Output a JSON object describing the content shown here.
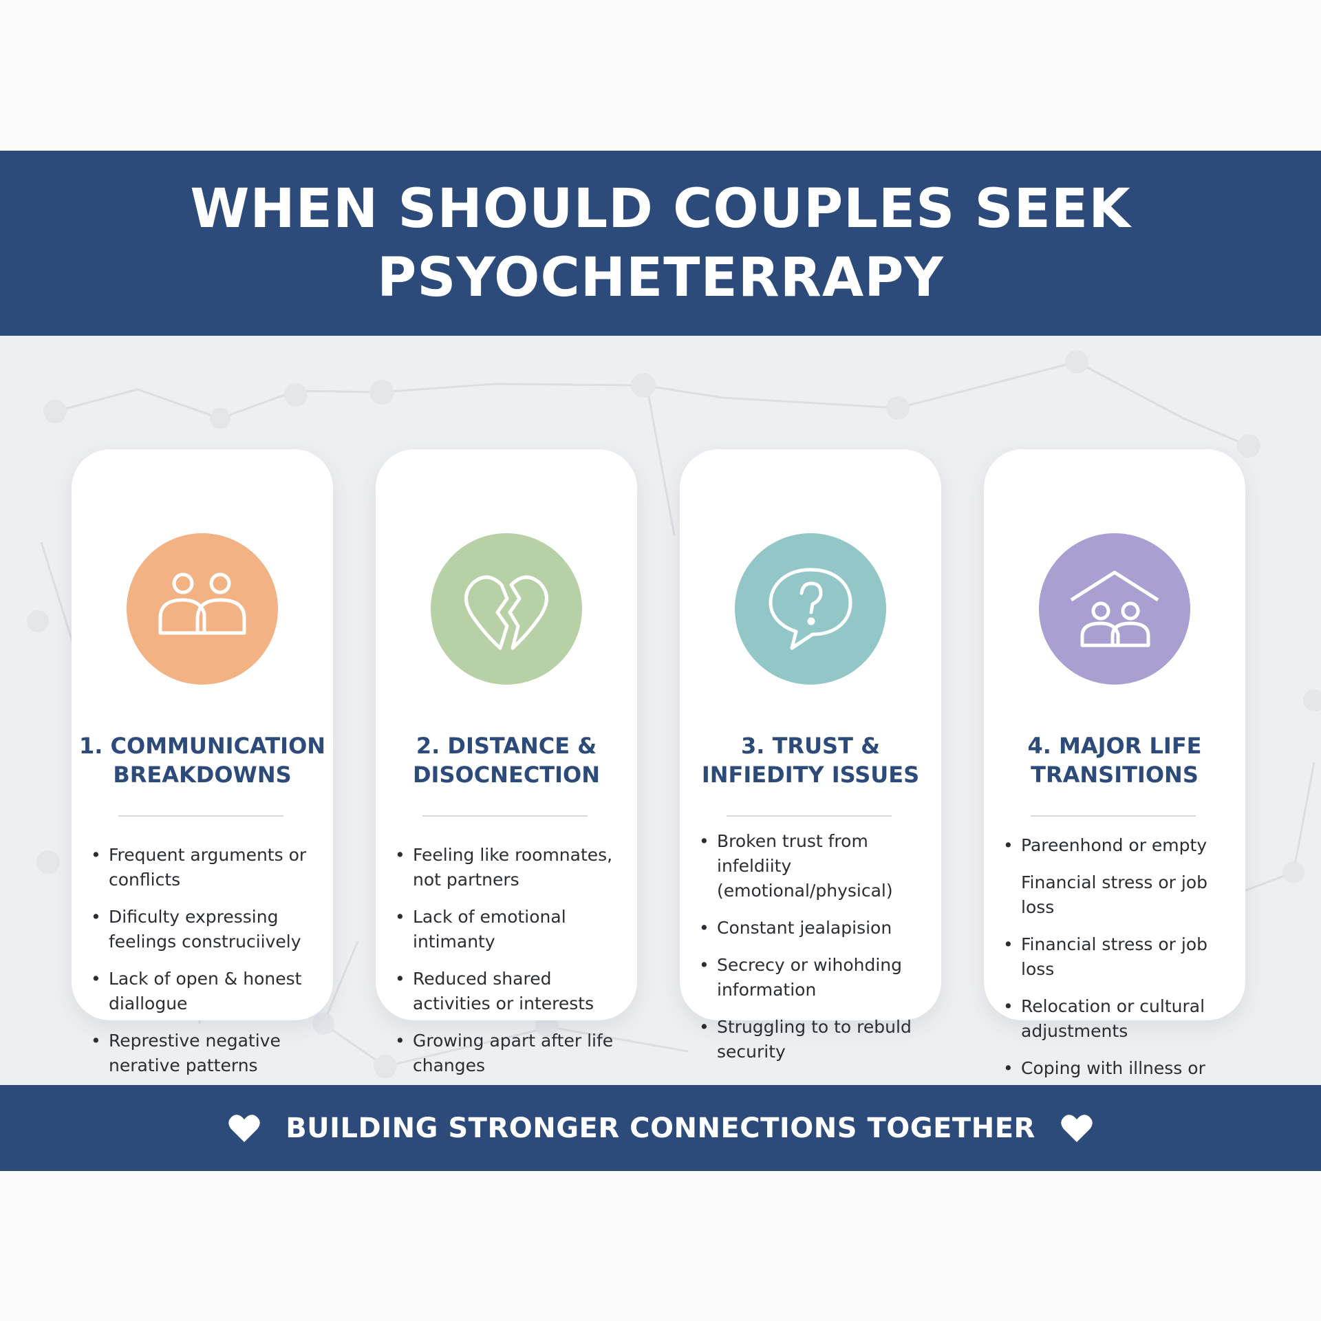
{
  "header": {
    "title": "WHEN SHOULD COUPLES SEEK PSYOCHETERRAPY"
  },
  "colors": {
    "banner": "#2c4a7a",
    "card1": "#f2b283",
    "card2": "#b8d0a6",
    "card3": "#93c6c6",
    "card4": "#a99fd1"
  },
  "cards": [
    {
      "icon": "couple-icon",
      "title": "1. COMMUNICATION BREAKDOWNS",
      "items": [
        "Frequent arguments or conflicts",
        "Dificulty expressing feelings construciively",
        "Lack of open & honest diallogue",
        "Represtive negative nerative patterns"
      ]
    },
    {
      "icon": "broken-heart-icon",
      "title": "2. DISTANCE & DISOCNECTION",
      "items": [
        "Feeling like roomnates, not partners",
        "Lack of emotional intimanty",
        "Reduced shared activities or interests",
        "Growing apart after life changes"
      ]
    },
    {
      "icon": "question-bubble-icon",
      "title": "3. TRUST & INFIEDITY ISSUES",
      "items": [
        "Broken trust from infeldiity (emotional/physical)",
        "Constant jealapision",
        "Secrecy or wihohding information",
        "Struggling to to rebuld security"
      ]
    },
    {
      "icon": "family-home-icon",
      "title": "4. MAJOR LIFE TRANSITIONS",
      "items": [
        "Pareenhond or empty",
        "Financial stress or job loss",
        "Financial stress or job loss",
        "Relocation or cultural adjustments",
        "Coping with illness or grief"
      ]
    }
  ],
  "footer": {
    "text": "BUILDING STRONGER CONNECTIONS TOGETHER"
  }
}
